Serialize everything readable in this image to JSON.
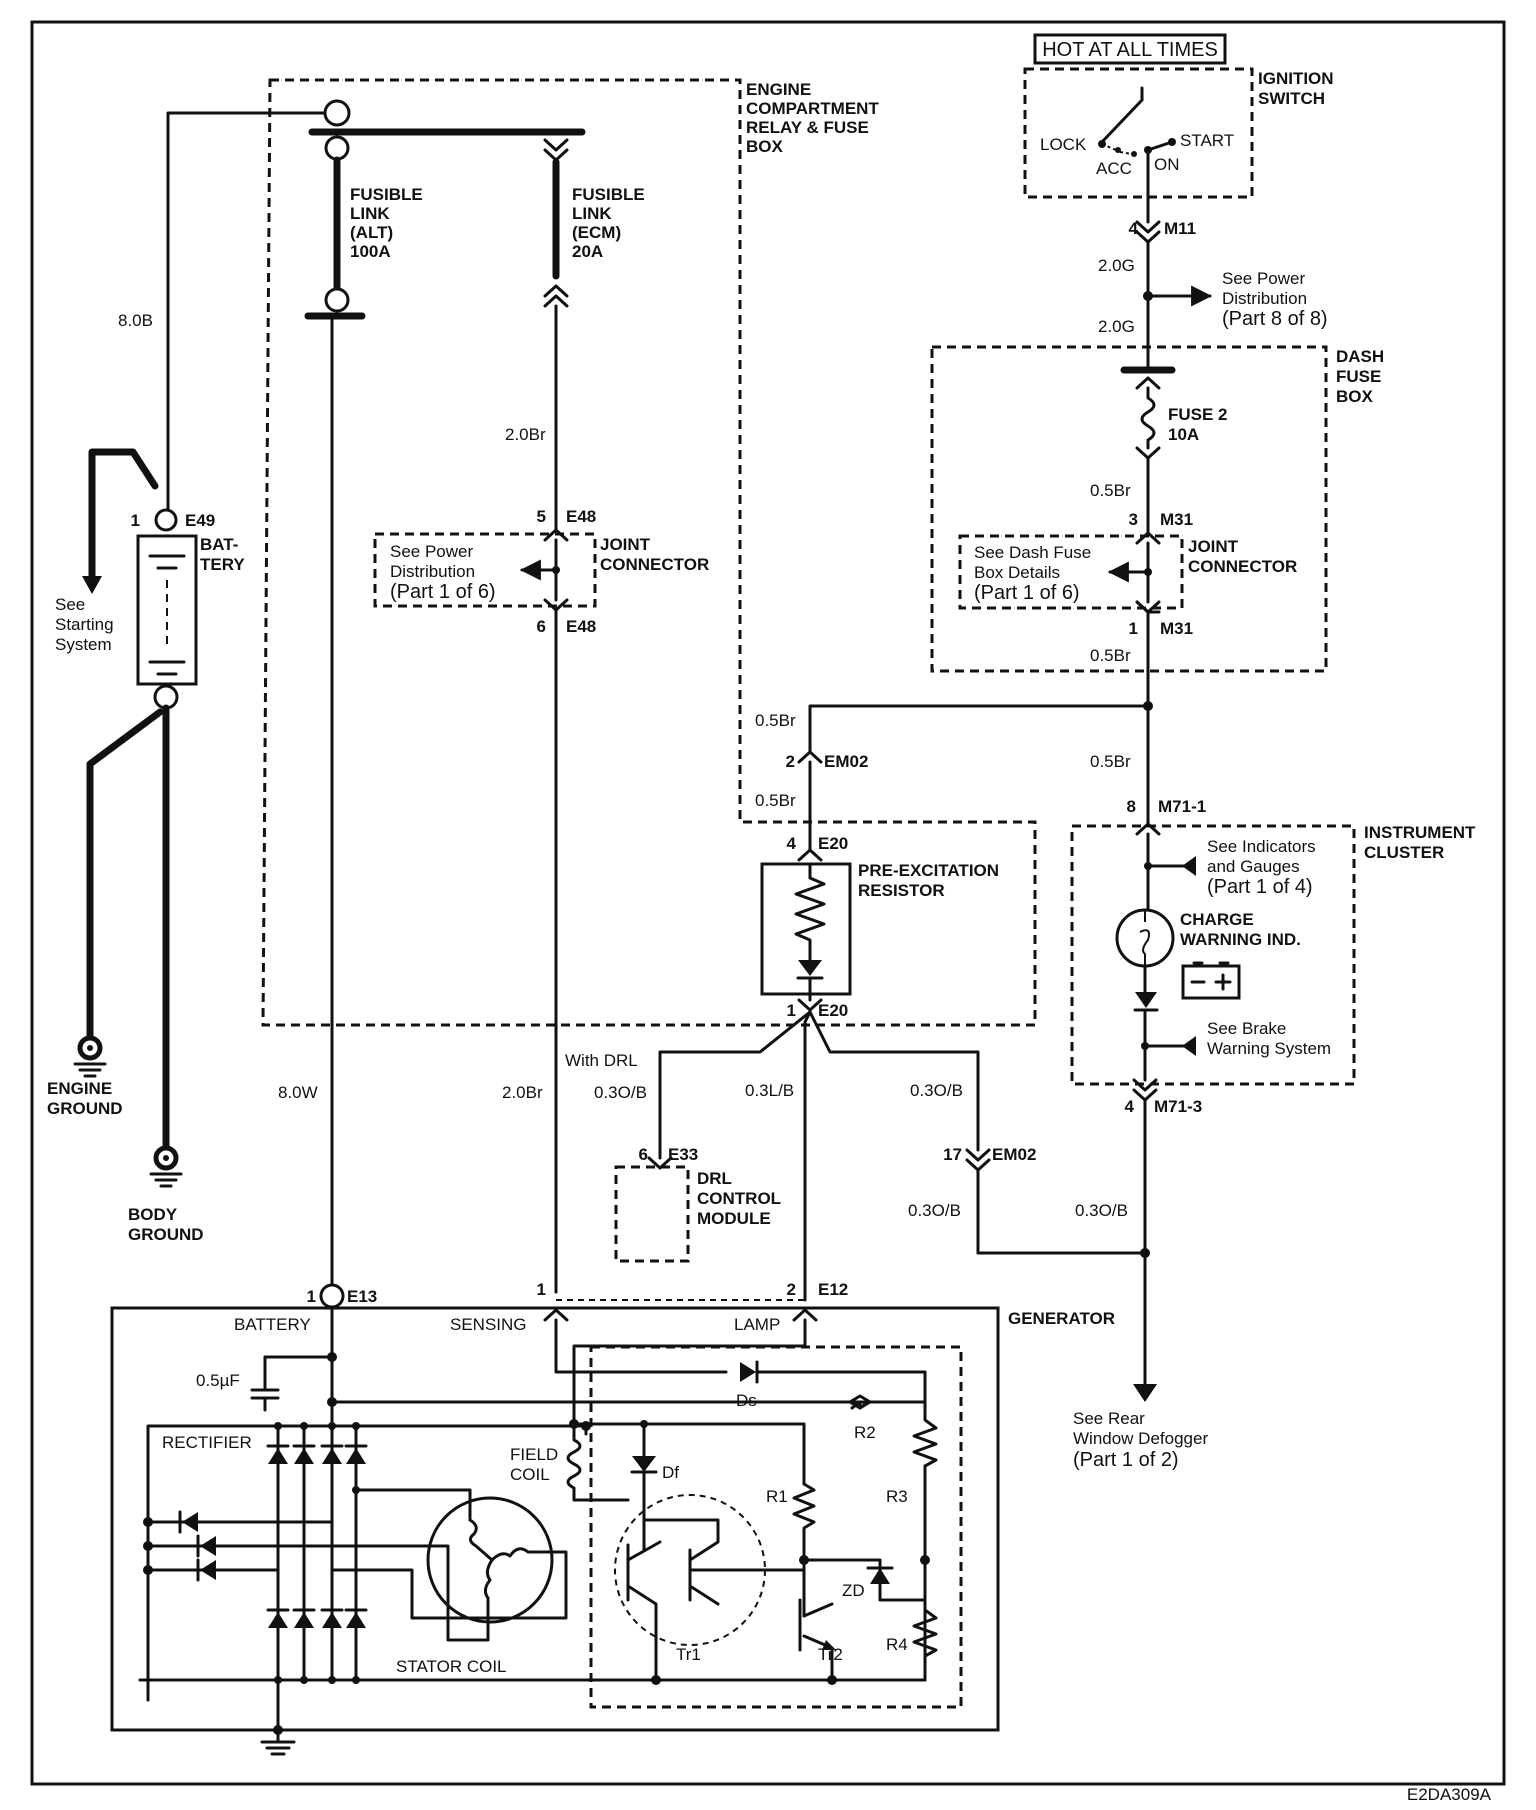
{
  "doc_id": "E2DA309A",
  "hot_at_all_times": "HOT AT ALL TIMES",
  "ignition_switch": {
    "line1": "IGNITION",
    "line2": "SWITCH",
    "lock": "LOCK",
    "acc": "ACC",
    "on": "ON",
    "start": "START"
  },
  "engine_box": {
    "line1": "ENGINE",
    "line2": "COMPARTMENT",
    "line3": "RELAY & FUSE",
    "line4": "BOX"
  },
  "fusible_alt": {
    "line1": "FUSIBLE",
    "line2": "LINK",
    "line3": "(ALT)",
    "line4": "100A"
  },
  "fusible_ecm": {
    "line1": "FUSIBLE",
    "line2": "LINK",
    "line3": "(ECM)",
    "line4": "20A"
  },
  "wire_8_0b": "8.0B",
  "wire_8_0w": "8.0W",
  "wire_2_0br_a": "2.0Br",
  "wire_2_0br_b": "2.0Br",
  "wire_2_0g_a": "2.0G",
  "wire_2_0g_b": "2.0G",
  "wire_0_5br_a": "0.5Br",
  "wire_0_5br_b": "0.5Br",
  "wire_0_5br_c": "0.5Br",
  "wire_0_5br_d": "0.5Br",
  "wire_0_5br_e": "0.5Br",
  "wire_0_3ob_a": "0.3O/B",
  "wire_0_3ob_b": "0.3O/B",
  "wire_0_3ob_c": "0.3O/B",
  "wire_0_3ob_d": "0.3O/B",
  "wire_0_3lb": "0.3L/B",
  "battery": {
    "pin": "1",
    "connector": "E49",
    "line1": "BAT-",
    "line2": "TERY"
  },
  "see_starting": {
    "line1": "See",
    "line2": "Starting",
    "line3": "System"
  },
  "engine_ground": {
    "line1": "ENGINE",
    "line2": "GROUND"
  },
  "body_ground": {
    "line1": "BODY",
    "line2": "GROUND"
  },
  "e48_top": {
    "pin": "5",
    "connector": "E48"
  },
  "e48_bot": {
    "pin": "6",
    "connector": "E48"
  },
  "joint_connector_1": {
    "line1": "JOINT",
    "line2": "CONNECTOR"
  },
  "see_power_1": {
    "line1": "See Power",
    "line2": "Distribution",
    "line3": "(Part 1 of 6)"
  },
  "m11": {
    "pin": "4",
    "connector": "M11"
  },
  "see_power_8": {
    "line1": "See Power",
    "line2": "Distribution",
    "line3": "(Part 8 of 8)"
  },
  "dash_fuse_box": {
    "line1": "DASH",
    "line2": "FUSE",
    "line3": "BOX"
  },
  "fuse2": {
    "line1": "FUSE 2",
    "line2": "10A"
  },
  "m31_top": {
    "pin": "3",
    "connector": "M31"
  },
  "m31_bot": {
    "pin": "1",
    "connector": "M31"
  },
  "joint_connector_2": {
    "line1": "JOINT",
    "line2": "CONNECTOR"
  },
  "see_dash_fuse": {
    "line1": "See Dash Fuse",
    "line2": "Box Details",
    "line3": "(Part 1 of 6)"
  },
  "em02_a": {
    "pin": "2",
    "connector": "EM02"
  },
  "em02_b": {
    "pin": "17",
    "connector": "EM02"
  },
  "e20_top": {
    "pin": "4",
    "connector": "E20"
  },
  "e20_bot": {
    "pin": "1",
    "connector": "E20"
  },
  "pre_excitation": {
    "line1": "PRE-EXCITATION",
    "line2": "RESISTOR"
  },
  "m71_1": {
    "pin": "8",
    "connector": "M71-1"
  },
  "m71_3": {
    "pin": "4",
    "connector": "M71-3"
  },
  "instrument_cluster": {
    "line1": "INSTRUMENT",
    "line2": "CLUSTER"
  },
  "see_indicators": {
    "line1": "See Indicators",
    "line2": "and Gauges",
    "line3": "(Part 1 of 4)"
  },
  "charge_warning": {
    "line1": "CHARGE",
    "line2": "WARNING IND."
  },
  "see_brake": {
    "line1": "See Brake",
    "line2": "Warning System"
  },
  "with_drl": "With DRL",
  "e33": {
    "pin": "6",
    "connector": "E33"
  },
  "drl_module": {
    "line1": "DRL",
    "line2": "CONTROL",
    "line3": "MODULE"
  },
  "e13": {
    "pin": "1",
    "connector": "E13"
  },
  "sensing_pin": "1",
  "e12": {
    "pin": "2",
    "connector": "E12"
  },
  "generator": "GENERATOR",
  "battery_term": "BATTERY",
  "sensing": "SENSING",
  "lamp": "LAMP",
  "cap": "0.5µF",
  "rectifier": "RECTIFIER",
  "field_coil": {
    "line1": "FIELD",
    "line2": "COIL"
  },
  "stator_coil": "STATOR COIL",
  "ds": "Ds",
  "df": "Df",
  "r1": "R1",
  "r2": "R2",
  "r3": "R3",
  "r4": "R4",
  "zd": "ZD",
  "tr1": "Tr1",
  "tr2": "Tr2",
  "see_rear": {
    "line1": "See Rear",
    "line2": "Window Defogger",
    "line3": "(Part 1 of 2)"
  }
}
